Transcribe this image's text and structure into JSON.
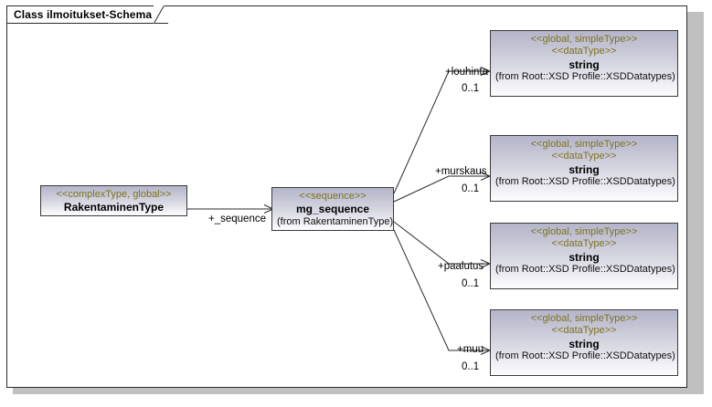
{
  "diagram": {
    "frame_label": "Class ilmoitukset-Schema",
    "accent_stereotype_color": "#7d7320",
    "node_border_color": "#3a3a3a",
    "node_fill_top": "#b5b5cb",
    "node_fill_bottom": "#fcfcfe"
  },
  "nodes": {
    "complex_type": {
      "stereotype": "<<complexType, global>>",
      "name": "RakentaminenType"
    },
    "sequence": {
      "stereotype": "<<sequence>>",
      "name": "mg_sequence",
      "from": "(from RakentaminenType)"
    },
    "string_louhinta": {
      "stereotype1": "<<global, simpleType>>",
      "stereotype2": "<<dataType>>",
      "name": "string",
      "from": "(from Root::XSD Profile::XSDDatatypes)"
    },
    "string_murskaus": {
      "stereotype1": "<<global, simpleType>>",
      "stereotype2": "<<dataType>>",
      "name": "string",
      "from": "(from Root::XSD Profile::XSDDatatypes)"
    },
    "string_paalutus": {
      "stereotype1": "<<global, simpleType>>",
      "stereotype2": "<<dataType>>",
      "name": "string",
      "from": "(from Root::XSD Profile::XSDDatatypes)"
    },
    "string_muu": {
      "stereotype1": "<<global, simpleType>>",
      "stereotype2": "<<dataType>>",
      "name": "string",
      "from": "(from Root::XSD Profile::XSDDatatypes)"
    }
  },
  "edges": {
    "sequence_role": {
      "label": "+_sequence"
    },
    "louhinta": {
      "label": "+louhinta",
      "multiplicity": "0..1"
    },
    "murskaus": {
      "label": "+murskaus",
      "multiplicity": "0..1"
    },
    "paalutus": {
      "label": "+paalutus",
      "multiplicity": "0..1"
    },
    "muu": {
      "label": "+muu",
      "multiplicity": "0..1"
    }
  }
}
